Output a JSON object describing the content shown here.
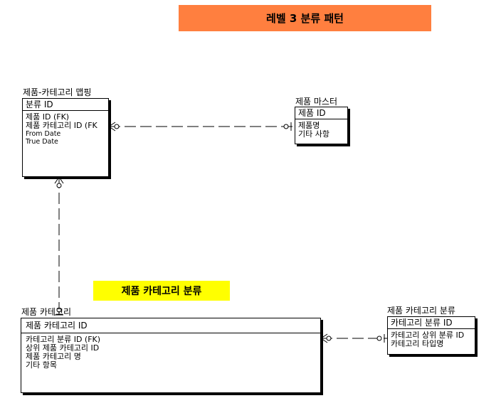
{
  "title": "레벨 3 분류 패턴",
  "subtitle": "제품 카테고리 분류",
  "colors": {
    "title_bg": "#ff7f3f",
    "subtitle_bg": "#ffff00",
    "line": "#000000"
  },
  "entities": {
    "mapping": {
      "name": "제품-카테고리 맵핑",
      "pk": "분류 ID",
      "attrs": [
        "제품 ID (FK)",
        "제품 카테고리 ID (FK",
        "From Date",
        "True Date"
      ]
    },
    "product_master": {
      "name": "제품 마스터",
      "pk": "제품 ID",
      "attrs": [
        "제품명",
        "기타 사항"
      ]
    },
    "category": {
      "name": "제품 카테고리",
      "pk": "제품 카테고리 ID",
      "attrs": [
        "카테고리 분류 ID (FK)",
        "상위 제품 카테고리 ID",
        "제품 카테고리 명",
        "기타 항목"
      ]
    },
    "category_class": {
      "name": "제품 카테고리 분류",
      "pk": "카테고리 분류 ID",
      "attrs": [
        "카테고리 상위 분류 ID",
        "카테고리 타입명"
      ]
    }
  }
}
